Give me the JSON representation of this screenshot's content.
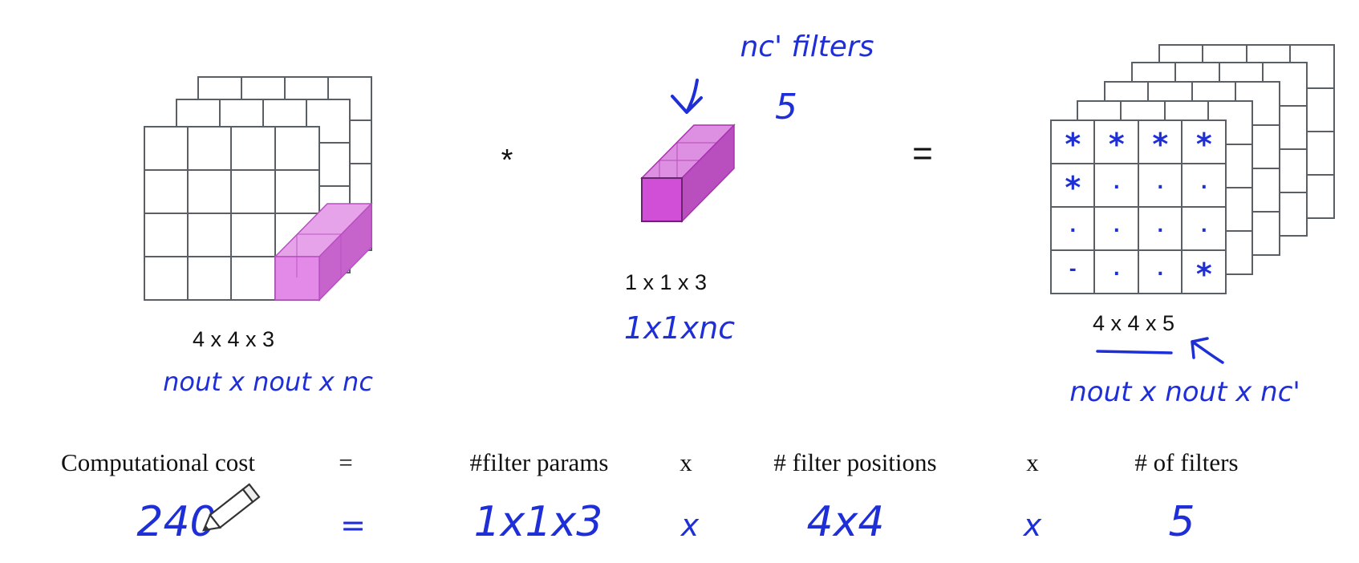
{
  "input_volume": {
    "dims_label": "4 x 4 x 3",
    "annotation": "nout x nout x nc"
  },
  "operator_multiply": "*",
  "filter": {
    "header_annotation": "nc' filters",
    "count_annotation": "5",
    "dims_label": "1 x 1 x 3",
    "dims_annotation": "1x1xnc"
  },
  "operator_equals": "=",
  "output_volume": {
    "dims_label": "4 x 4 x 5",
    "annotation": "nout x nout x nc'",
    "cell_marks": [
      "*",
      "*",
      "*",
      "*",
      "*",
      ".",
      ".",
      ".",
      ".",
      ".",
      ".",
      ".",
      "-",
      ".",
      ".",
      "*"
    ]
  },
  "cost": {
    "labels": [
      "Computational cost",
      "=",
      "#filter params",
      "x",
      "# filter positions",
      "x",
      "# of filters"
    ],
    "values": [
      "240",
      "=",
      "1x1x3",
      "x",
      "4x4",
      "x",
      "5"
    ]
  },
  "colors": {
    "ink": "#1f2fd8",
    "grid": "#5a5f66",
    "magenta": "#d14fd6",
    "magenta_dark": "#a932b0"
  }
}
